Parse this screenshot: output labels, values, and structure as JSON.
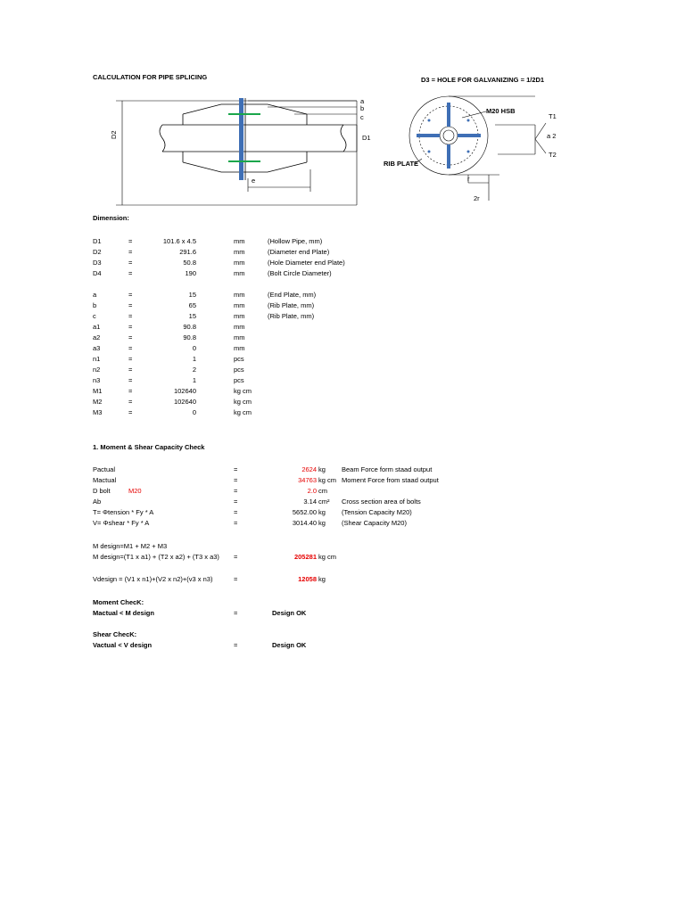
{
  "title": "CALCULATION FOR PIPE SPLICING",
  "colors": {
    "accent_red": "#e60000",
    "rib_blue": "#3f6fb5",
    "stiffener_green": "#1aa64b"
  },
  "figure": {
    "note": "D3 = HOLE  FOR GALVANIZING = 1/2D1",
    "side_labels": {
      "a": "a",
      "b": "b",
      "c": "c",
      "d1": "D1",
      "d2": "D2",
      "e": "e"
    },
    "end_labels": {
      "bolt": "M20 HSB",
      "t1": "T1",
      "a2": "a 2",
      "t2": "T2",
      "rib": "RIB PLATE",
      "r": "r",
      "two_r": "2r"
    }
  },
  "dimension_heading": "Dimension:",
  "dimensions": [
    {
      "name": "D1",
      "eq": "=",
      "value": "101.6  x 4.5",
      "unit": "mm",
      "note": "(Hollow Pipe, mm)"
    },
    {
      "name": "D2",
      "eq": "=",
      "value": "291.6",
      "unit": "mm",
      "note": "(Diameter end Plate)"
    },
    {
      "name": "D3",
      "eq": "=",
      "value": "50.8",
      "unit": "mm",
      "note": "(Hole Diameter end Plate)"
    },
    {
      "name": "D4",
      "eq": "=",
      "value": "190",
      "unit": "mm",
      "note": "(Bolt Circle Diameter)"
    },
    {
      "name": "a",
      "eq": "=",
      "value": "15",
      "unit": "mm",
      "note": "(End Plate, mm)"
    },
    {
      "name": "b",
      "eq": "=",
      "value": "65",
      "unit": "mm",
      "note": "(Rib Plate, mm)"
    },
    {
      "name": "c",
      "eq": "=",
      "value": "15",
      "unit": "mm",
      "note": "(Rib Plate, mm)"
    },
    {
      "name": "a1",
      "eq": "=",
      "value": "90.8",
      "unit": "mm",
      "note": ""
    },
    {
      "name": "a2",
      "eq": "=",
      "value": "90.8",
      "unit": "mm",
      "note": ""
    },
    {
      "name": "a3",
      "eq": "=",
      "value": "0",
      "unit": "mm",
      "note": ""
    },
    {
      "name": "n1",
      "eq": "=",
      "value": "1",
      "unit": "pcs",
      "note": ""
    },
    {
      "name": "n2",
      "eq": "=",
      "value": "2",
      "unit": "pcs",
      "note": ""
    },
    {
      "name": "n3",
      "eq": "=",
      "value": "1",
      "unit": "pcs",
      "note": ""
    },
    {
      "name": "M1",
      "eq": "=",
      "value": "102640",
      "unit": "kg cm",
      "note": ""
    },
    {
      "name": "M2",
      "eq": "=",
      "value": "102640",
      "unit": "kg cm",
      "note": ""
    },
    {
      "name": "M3",
      "eq": "=",
      "value": "0",
      "unit": "kg cm",
      "note": ""
    }
  ],
  "section1": {
    "heading": "1. Moment & Shear Capacity Check",
    "rows": [
      {
        "label": "Pactual",
        "label_extra": "",
        "eq": "=",
        "value": "2624",
        "unit": "kg",
        "note": "Beam Force form staad output",
        "red": true
      },
      {
        "label": "Mactual",
        "label_extra": "",
        "eq": "=",
        "value": "34763",
        "unit": "kg cm",
        "note": "Moment Force from staad output",
        "red": true
      },
      {
        "label": "D bolt",
        "label_extra": "M20",
        "eq": "=",
        "value": "2.0",
        "unit": "cm",
        "note": "",
        "red": true
      },
      {
        "label": "Ab",
        "label_extra": "",
        "eq": "=",
        "value": "3.14",
        "unit": "cm²",
        "note": "Cross section area of bolts",
        "red": false
      },
      {
        "label": "T= Φtension * Fy * A",
        "label_extra": "",
        "eq": "=",
        "value": "5652.00",
        "unit": "kg",
        "note": "(Tension Capacity M20)",
        "red": false
      },
      {
        "label": "V= Φshear * Fy * A",
        "label_extra": "",
        "eq": "=",
        "value": "3014.40",
        "unit": "kg",
        "note": "(Shear Capacity M20)",
        "red": false
      }
    ],
    "mdesign_formula": "M design=M1 + M2 + M3",
    "mdesign": {
      "label": "M design=(T1 x a1) + (T2 x a2) + (T3 x a3)",
      "eq": "=",
      "value": "205281",
      "unit": "kg cm"
    },
    "vdesign": {
      "label": "Vdesign = (V1 x n1)+(V2 x n2)+(v3 x n3)",
      "eq": "=",
      "value": "12058",
      "unit": "kg"
    },
    "moment_check": {
      "heading": "Moment ChecK:",
      "label": "Mactual < M design",
      "eq": "=",
      "result": "Design OK"
    },
    "shear_check": {
      "heading": "Shear ChecK:",
      "label": "Vactual < V design",
      "eq": "=",
      "result": "Design OK"
    }
  }
}
